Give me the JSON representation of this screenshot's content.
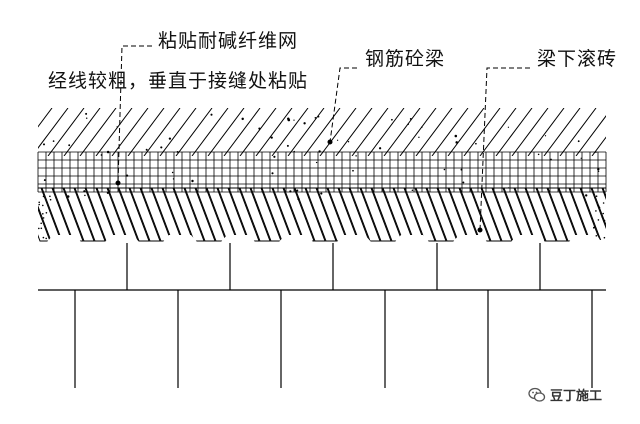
{
  "labels": {
    "mesh_line1": "粘贴耐碱纤维网",
    "mesh_line2": "经线较粗，垂直于接缝处粘贴",
    "beam": "钢筋砼梁",
    "brick": "梁下滚砖"
  },
  "watermark": {
    "text": "豆丁施工",
    "icon": "wechat-icon"
  },
  "colors": {
    "line": "#000000",
    "background": "#ffffff"
  }
}
